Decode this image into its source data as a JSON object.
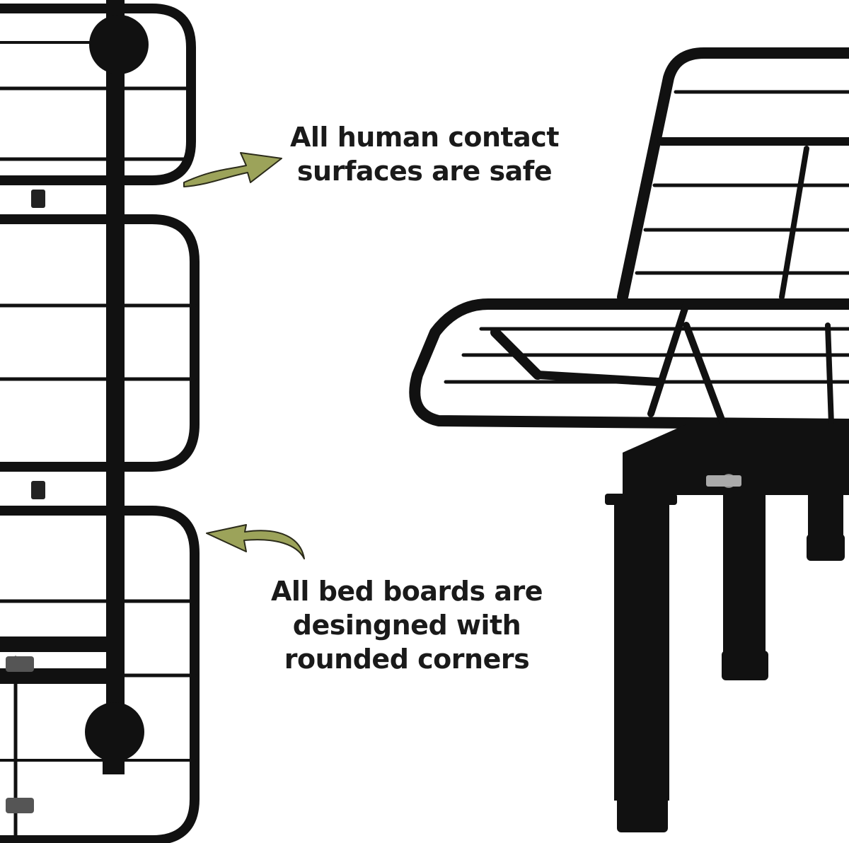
{
  "callouts": {
    "top": {
      "lines": [
        "All human contact",
        "surfaces are safe"
      ]
    },
    "bottom": {
      "lines": [
        "All bed boards are",
        "desingned with",
        "rounded corners"
      ]
    }
  },
  "colors": {
    "frame": "#111111",
    "arrow_fill": "#9ca35a",
    "arrow_stroke": "#2b2b1a",
    "text": "#1a1a1a",
    "background": "#ffffff"
  },
  "icons": [
    "curved-arrow-right-icon",
    "curved-arrow-left-icon"
  ]
}
